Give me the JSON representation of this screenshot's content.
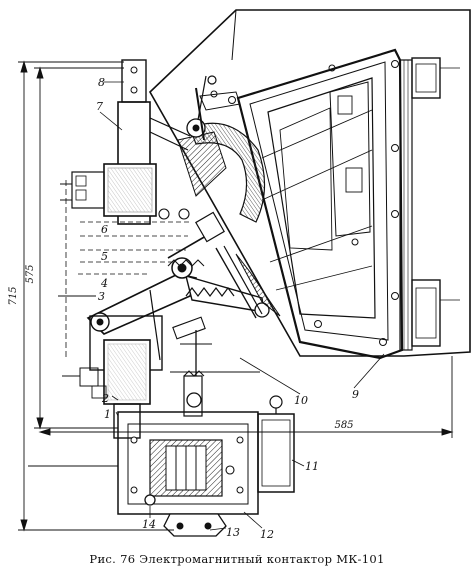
{
  "caption": "Рис. 76 Электромагнитный контактор МК-101",
  "dimensions": {
    "total_height": "715",
    "partial_height": "575",
    "width": "585"
  },
  "callouts": {
    "n1": "1",
    "n2": "2",
    "n3": "3",
    "n4": "4",
    "n5": "5",
    "n6": "6",
    "n7": "7",
    "n8": "8",
    "n9": "9",
    "n10": "10",
    "n11": "11",
    "n12": "12",
    "n13": "13",
    "n14": "14"
  }
}
